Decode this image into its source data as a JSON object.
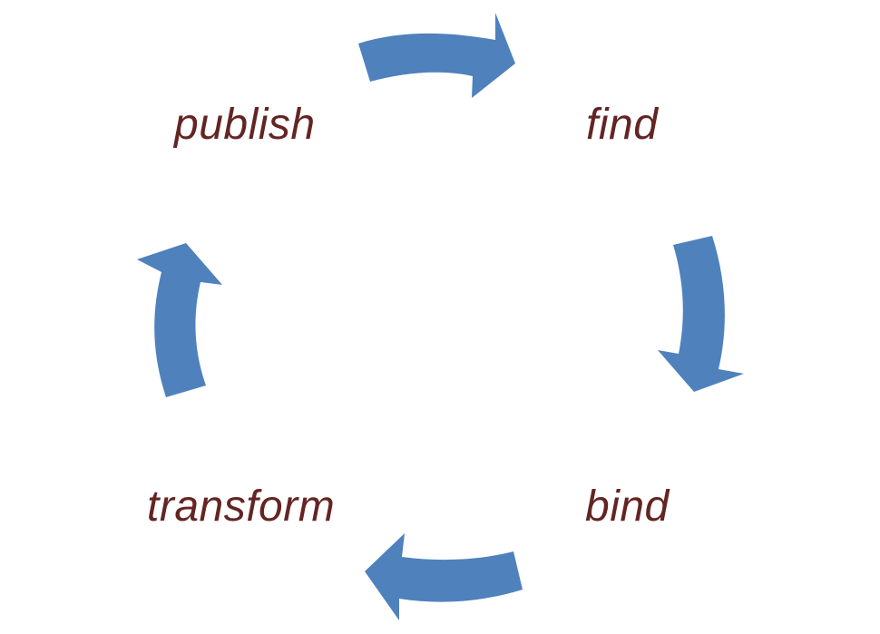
{
  "diagram": {
    "steps": [
      {
        "id": "publish",
        "label": "publish"
      },
      {
        "id": "find",
        "label": "find"
      },
      {
        "id": "bind",
        "label": "bind"
      },
      {
        "id": "transform",
        "label": "transform"
      }
    ],
    "flow": [
      "publish",
      "find",
      "bind",
      "transform",
      "publish"
    ],
    "colors": {
      "arrow": "#4F81BD",
      "label": "#632523",
      "background": "#FFFFFF"
    }
  }
}
